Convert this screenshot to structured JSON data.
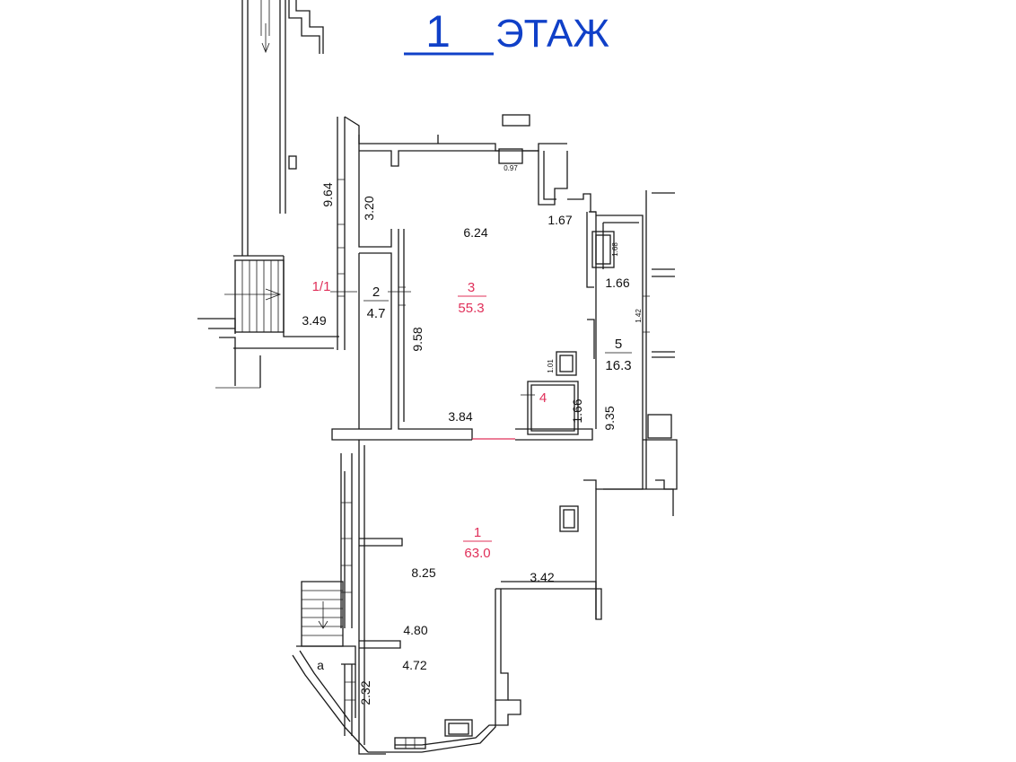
{
  "title": {
    "number": "1",
    "word": "ЭТАЖ",
    "color": "#1040c8"
  },
  "rooms": [
    {
      "id": "1",
      "area": "63.0"
    },
    {
      "id": "2",
      "area": "4.7"
    },
    {
      "id": "3",
      "area": "55.3"
    },
    {
      "id": "4",
      "area": ""
    },
    {
      "id": "5",
      "area": "16.3"
    },
    {
      "id": "1/1",
      "area": ""
    }
  ],
  "dimensions": {
    "d_9_64": "9.64",
    "d_3_20": "3.20",
    "d_6_24": "6.24",
    "d_1_67": "1.67",
    "d_0_97": "0.97",
    "d_1_68": "1.68",
    "d_1_66a": "1.66",
    "d_1_42": "1.42",
    "d_3_49": "3.49",
    "d_9_58": "9.58",
    "d_1_01": "1.01",
    "d_1_66b": "1.66",
    "d_3_84": "3.84",
    "d_9_35": "9.35",
    "d_8_25": "8.25",
    "d_3_42": "3.42",
    "d_4_80": "4.80",
    "d_4_72": "4.72",
    "d_2_32": "2.32"
  },
  "labels": {
    "stair_a": "a"
  },
  "colors": {
    "room_label": "#e0305a",
    "walls": "#1a1a1a"
  },
  "icons": [
    "stair-arrow-down-icon"
  ]
}
